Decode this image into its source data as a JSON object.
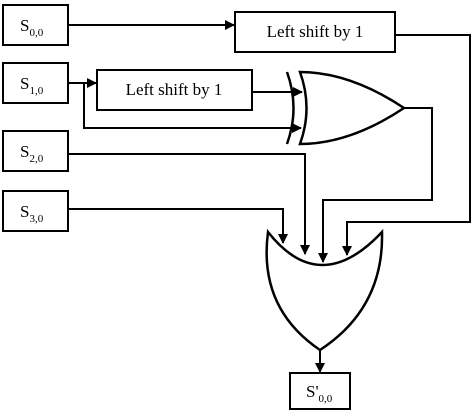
{
  "inputs": [
    {
      "main": "S",
      "sub": "0,0"
    },
    {
      "main": "S",
      "sub": "1,0"
    },
    {
      "main": "S",
      "sub": "2,0"
    },
    {
      "main": "S",
      "sub": "3,0"
    }
  ],
  "shift_top": {
    "label": "Left shift by 1"
  },
  "shift_mid": {
    "label": "Left shift by 1"
  },
  "output": {
    "main": "S'",
    "sub": "0,0"
  },
  "colors": {
    "stroke": "#000000",
    "background": "#ffffff"
  }
}
